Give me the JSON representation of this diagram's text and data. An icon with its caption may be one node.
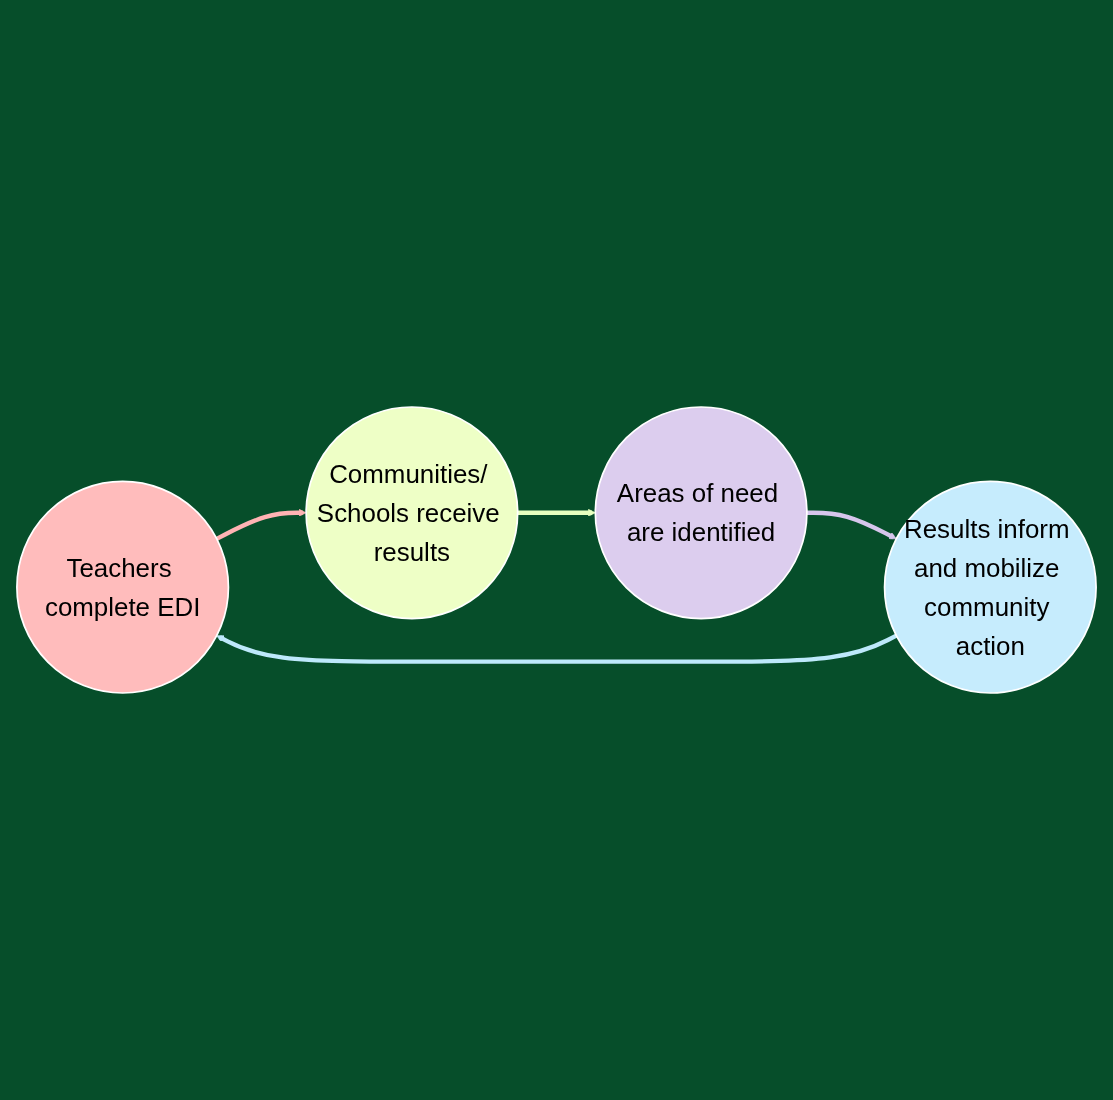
{
  "diagram": {
    "nodes": [
      {
        "text": [
          "Teachers complete EDI"
        ]
      },
      {
        "text": [
          "Communities/ Schools receive results"
        ]
      },
      {
        "text": [
          "Areas of need are identified"
        ]
      },
      {
        "text": [
          "Results inform and mobilize community action"
        ]
      }
    ],
    "edges": [
      {
        "from": 0,
        "to": 1,
        "arrow": "to",
        "color": "#ffb3b3"
      },
      {
        "from": 1,
        "to": 2,
        "arrow": "to",
        "color": "#e6ffbf"
      },
      {
        "from": 2,
        "to": 3,
        "arrow": "to",
        "color": "#d6c6ec"
      },
      {
        "from": 3,
        "to": 0,
        "arrow": "to",
        "color": "#bde9fb"
      }
    ]
  }
}
